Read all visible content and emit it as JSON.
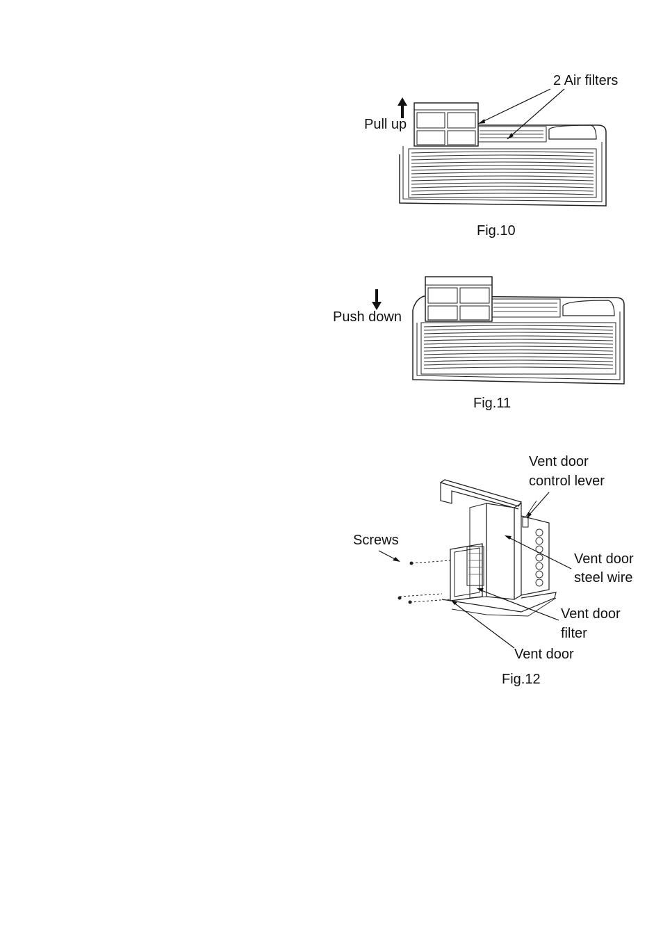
{
  "fig10": {
    "caption": "Fig.10",
    "label_filters": "2 Air filters",
    "label_pull": "Pull up"
  },
  "fig11": {
    "caption": "Fig.11",
    "label_push": "Push down"
  },
  "fig12": {
    "caption": "Fig.12",
    "label_lever_1": "Vent door",
    "label_lever_2": "control lever",
    "label_screws": "Screws",
    "label_wire_1": "Vent door",
    "label_wire_2": "steel wire",
    "label_filter_1": "Vent door",
    "label_filter_2": "filter",
    "label_door": "Vent door"
  }
}
